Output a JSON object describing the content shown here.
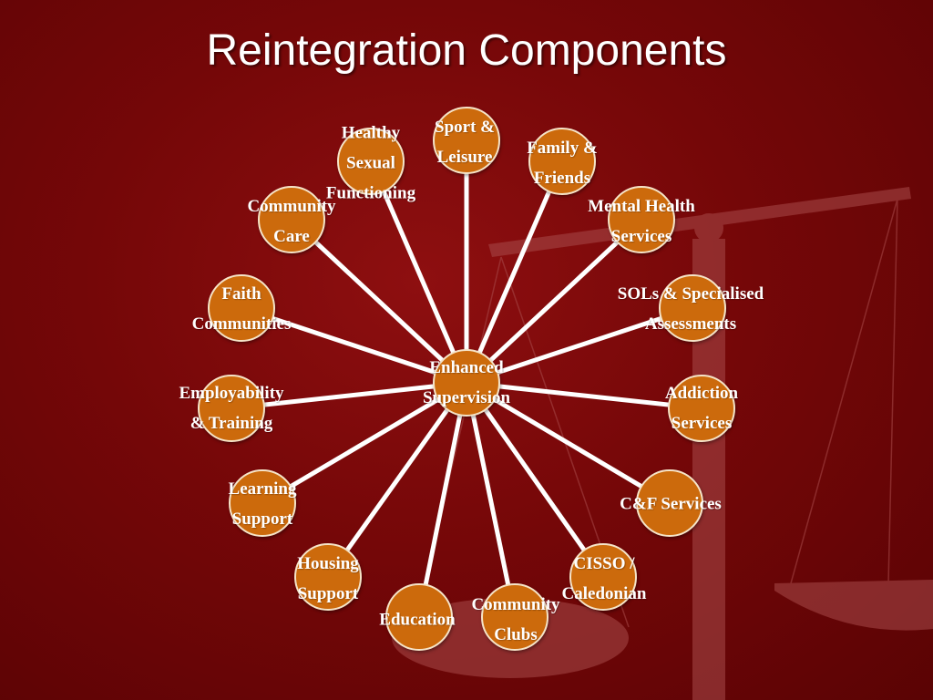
{
  "title": "Reintegration Components",
  "colors": {
    "background": "#750708",
    "node_fill": "#cc6a0c",
    "node_border": "#f6e4c8",
    "spoke": "#ffffff",
    "text": "#ffffff"
  },
  "hub": {
    "label": "Enhanced\nSupervision"
  },
  "nodes": [
    {
      "name": "node-sport-leisure",
      "label": "Sport &\nLeisure"
    },
    {
      "name": "node-family-friends",
      "label": "Family &\nFriends"
    },
    {
      "name": "node-mental-health",
      "label": "Mental Health\nServices"
    },
    {
      "name": "node-sols-assessments",
      "label": "SOLs & Specialised\nAssessments"
    },
    {
      "name": "node-addiction",
      "label": "Addiction\nServices"
    },
    {
      "name": "node-cf-services",
      "label": "C&F Services"
    },
    {
      "name": "node-cisso",
      "label": "CISSO /\nCaledonian"
    },
    {
      "name": "node-community-clubs",
      "label": "Community\nClubs"
    },
    {
      "name": "node-education",
      "label": "Education"
    },
    {
      "name": "node-housing",
      "label": "Housing\nSupport"
    },
    {
      "name": "node-learning",
      "label": "Learning\nSupport"
    },
    {
      "name": "node-employability",
      "label": "Employability\n& Training"
    },
    {
      "name": "node-faith",
      "label": "Faith\nCommunities"
    },
    {
      "name": "node-community-care",
      "label": "Community\nCare"
    },
    {
      "name": "node-healthy-sexual",
      "label": "Healthy\nSexual\nFunctioning"
    }
  ]
}
